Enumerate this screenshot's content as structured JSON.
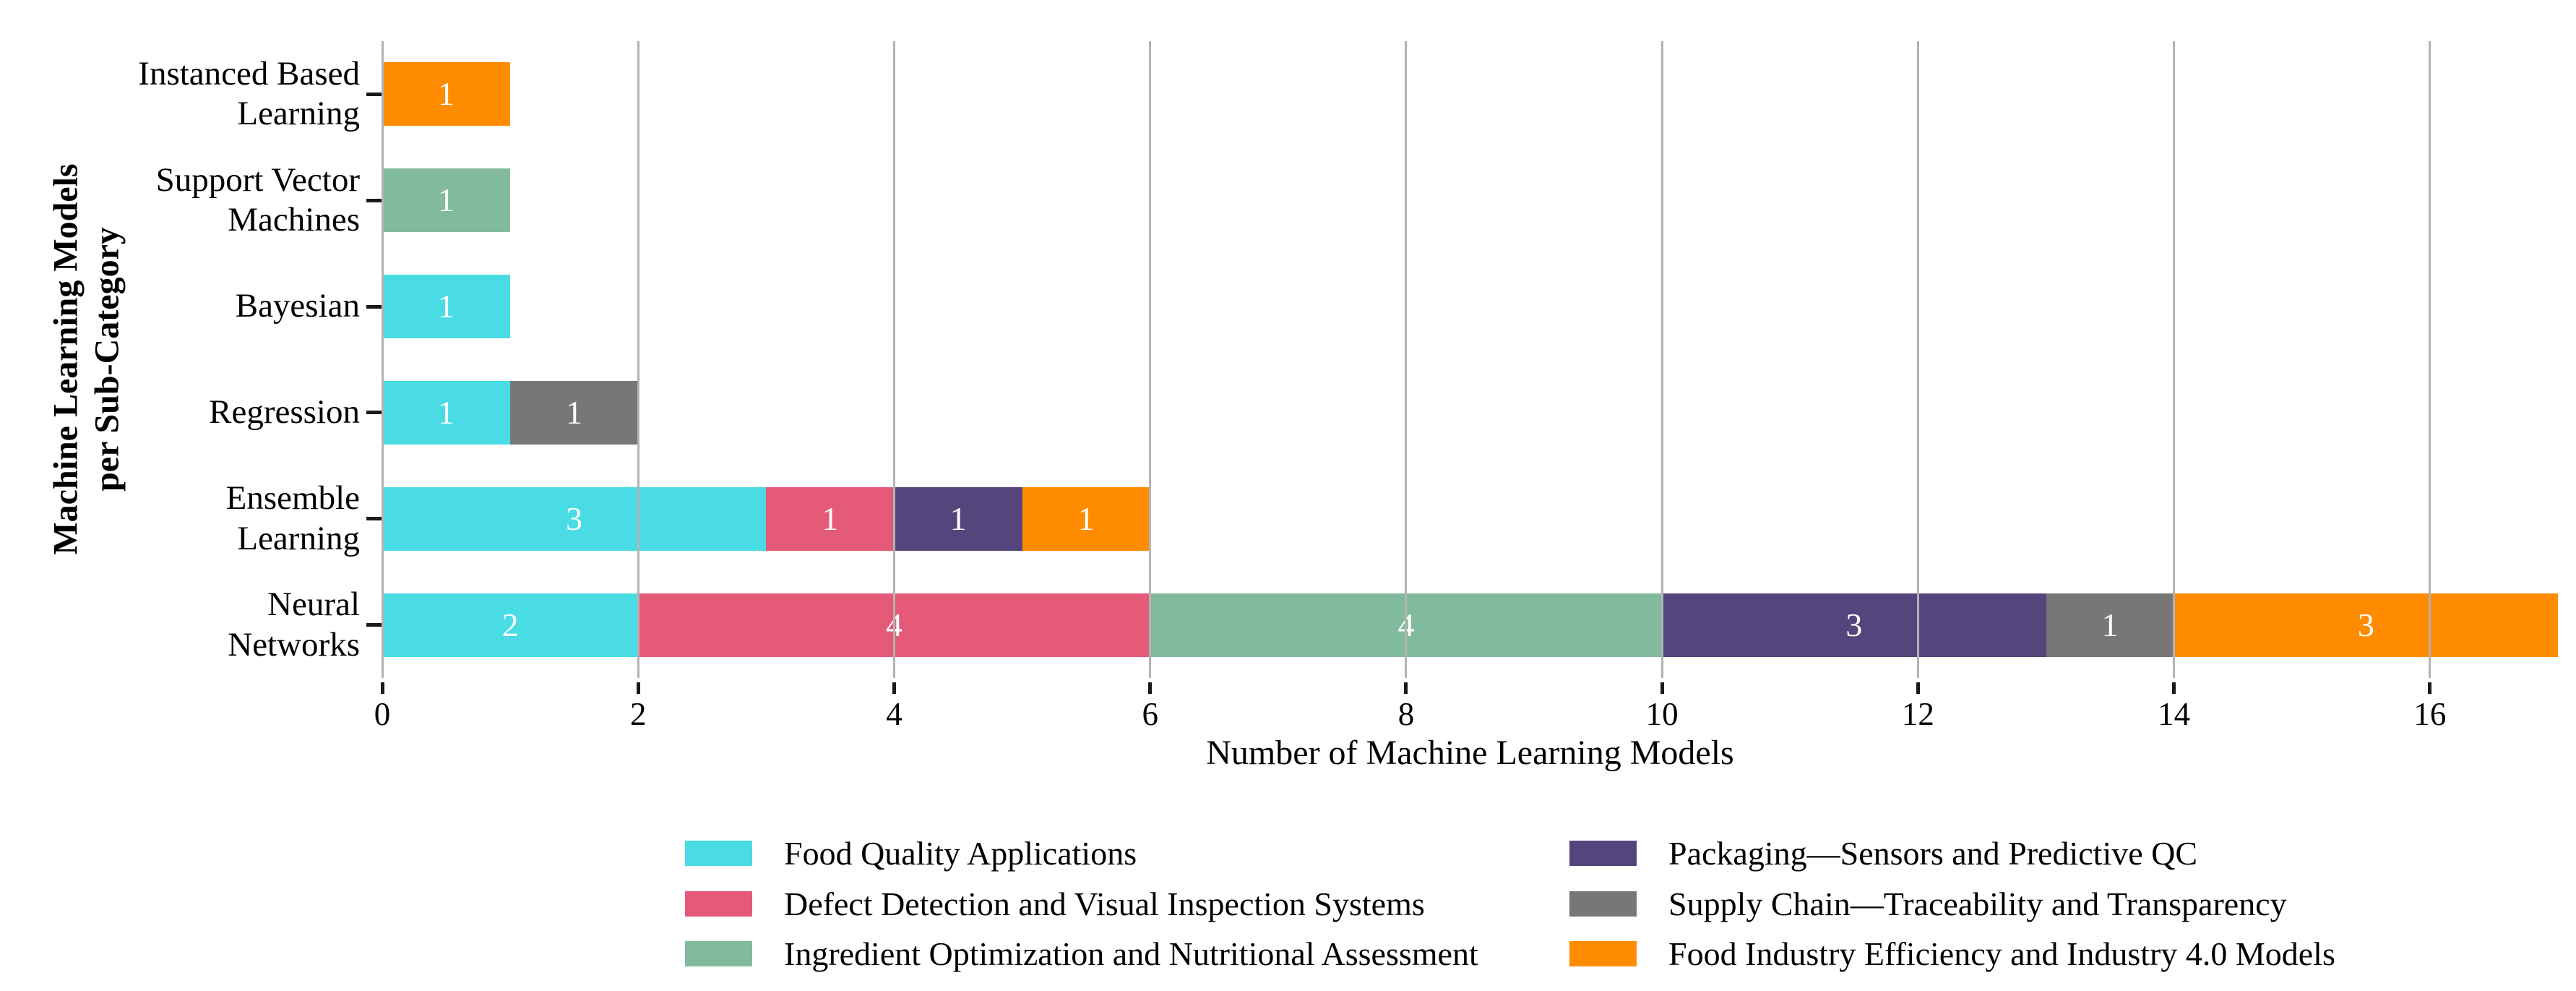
{
  "chart_data": {
    "type": "bar",
    "orientation": "horizontal",
    "stacked": true,
    "title": "",
    "xlabel": "Number of Machine Learning Models",
    "ylabel": "Machine Learning Models\nper Sub-Category",
    "xlim": [
      0,
      17
    ],
    "xticks": [
      0,
      2,
      4,
      6,
      8,
      10,
      12,
      14,
      16
    ],
    "grid": "vertical gridlines at each x tick, drawn over bars",
    "legend_position": "bottom, two columns",
    "categories": [
      "Instanced Based\nLearning",
      "Support Vector\nMachines",
      "Bayesian",
      "Regression",
      "Ensemble\nLearning",
      "Neural\nNetworks"
    ],
    "series": [
      {
        "name": "Food Quality Applications",
        "color": "#4adce5",
        "values": [
          0,
          0,
          1,
          1,
          3,
          2
        ]
      },
      {
        "name": "Defect Detection and Visual Inspection Systems",
        "color": "#e45a78",
        "values": [
          0,
          0,
          0,
          0,
          1,
          4
        ]
      },
      {
        "name": "Ingredient Optimization and Nutritional Assessment",
        "color": "#82ba9e",
        "values": [
          0,
          1,
          0,
          0,
          0,
          4
        ]
      },
      {
        "name": "Packaging—Sensors and Predictive QC",
        "color": "#54467d",
        "values": [
          0,
          0,
          0,
          0,
          1,
          3
        ]
      },
      {
        "name": "Supply Chain—Traceability and Transparency",
        "color": "#777777",
        "values": [
          0,
          0,
          0,
          1,
          0,
          1
        ]
      },
      {
        "name": "Food Industry Efficiency and Industry 4.0 Models",
        "color": "#ff8c00",
        "values": [
          1,
          0,
          0,
          0,
          1,
          3
        ]
      }
    ],
    "bar_totals": [
      1,
      1,
      1,
      2,
      6,
      17
    ],
    "segment_labels_shown": true,
    "colors": {
      "gridline": "#b3b3b3",
      "tick": "#1a1a1a",
      "text": "#000000",
      "segment_label": "#ffffff"
    }
  }
}
